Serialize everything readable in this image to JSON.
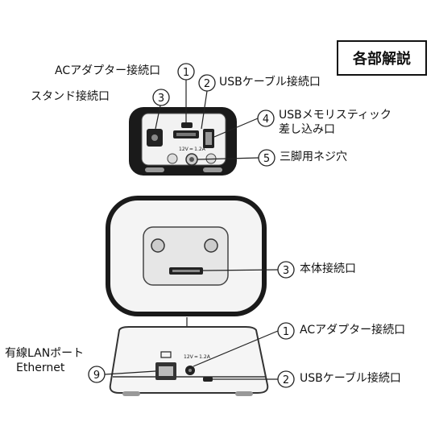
{
  "title": "各部解説",
  "callouts": [
    {
      "num": "1",
      "text": "ACアダプター接続口"
    },
    {
      "num": "2",
      "text": "USBケーブル接続口"
    },
    {
      "num": "3",
      "text": "スタンド接続口"
    },
    {
      "num": "4",
      "text": "USBメモリスティック",
      "text2": "差し込み口"
    },
    {
      "num": "5",
      "text": "三脚用ネジ穴"
    },
    {
      "num": "3",
      "text": "本体接続口"
    },
    {
      "num": "1",
      "text": "ACアダプター接続口"
    },
    {
      "num": "2",
      "text": "USBケーブル接続口"
    },
    {
      "num": "9",
      "text": "有線LANポート",
      "text2": "Ethernet"
    }
  ],
  "port_markings": {
    "top_power": "12V ═ 1.2A",
    "base_power": "12V ═ 1.2A"
  }
}
